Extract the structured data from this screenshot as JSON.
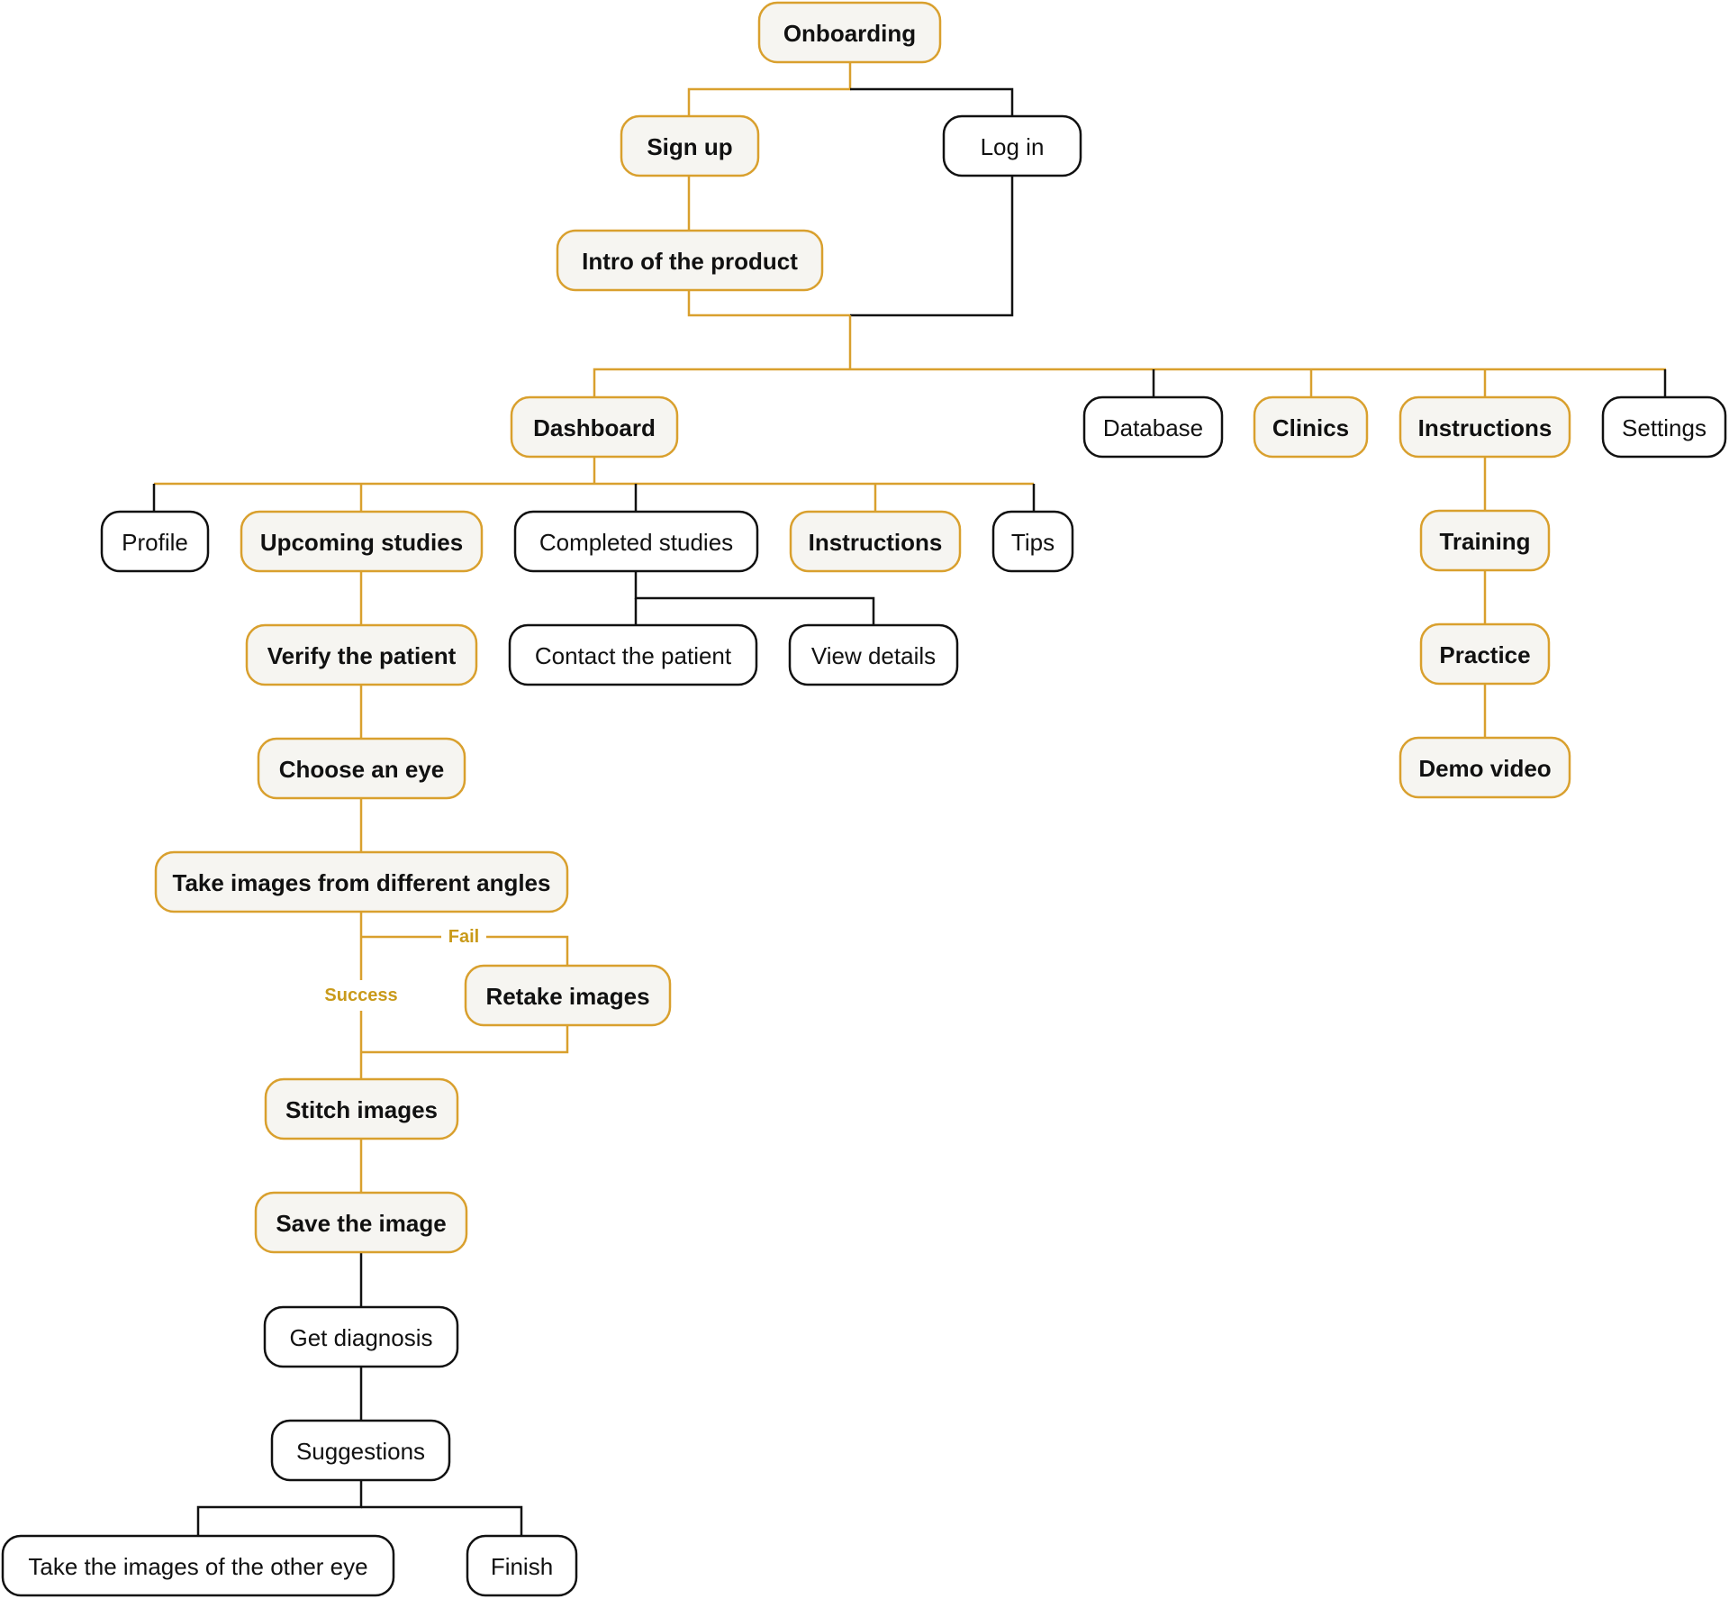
{
  "colors": {
    "accent": "#D9A02E",
    "accent_fill": "#F6F5F1",
    "plain_border": "#111111",
    "plain_fill": "#FFFFFF",
    "line_dark": "#111111",
    "text": "#111111",
    "edge_label": "#C99A1A"
  },
  "nodes": {
    "onboarding": {
      "label": "Onboarding",
      "highlighted": true
    },
    "signup": {
      "label": "Sign up",
      "highlighted": true
    },
    "login": {
      "label": "Log in",
      "highlighted": false
    },
    "intro": {
      "label": "Intro of the product",
      "highlighted": true
    },
    "dashboard": {
      "label": "Dashboard",
      "highlighted": true
    },
    "database": {
      "label": "Database",
      "highlighted": false
    },
    "clinics": {
      "label": "Clinics",
      "highlighted": true
    },
    "instructions_top": {
      "label": "Instructions",
      "highlighted": true
    },
    "settings": {
      "label": "Settings",
      "highlighted": false
    },
    "profile": {
      "label": "Profile",
      "highlighted": false
    },
    "upcoming": {
      "label": "Upcoming studies",
      "highlighted": true
    },
    "completed": {
      "label": "Completed studies",
      "highlighted": false
    },
    "instructions_dash": {
      "label": "Instructions",
      "highlighted": true
    },
    "tips": {
      "label": "Tips",
      "highlighted": false
    },
    "training": {
      "label": "Training",
      "highlighted": true
    },
    "practice": {
      "label": "Practice",
      "highlighted": true
    },
    "demo": {
      "label": "Demo video",
      "highlighted": true
    },
    "verify": {
      "label": "Verify the patient",
      "highlighted": true
    },
    "contact": {
      "label": "Contact the patient",
      "highlighted": false
    },
    "view": {
      "label": "View details",
      "highlighted": false
    },
    "choose": {
      "label": "Choose an eye",
      "highlighted": true
    },
    "take": {
      "label": "Take images from different angles",
      "highlighted": true
    },
    "retake": {
      "label": "Retake images",
      "highlighted": true
    },
    "stitch": {
      "label": "Stitch images",
      "highlighted": true
    },
    "save": {
      "label": "Save the image",
      "highlighted": true
    },
    "diagnosis": {
      "label": "Get diagnosis",
      "highlighted": false
    },
    "suggestions": {
      "label": "Suggestions",
      "highlighted": false
    },
    "other_eye": {
      "label": "Take the images of the other eye",
      "highlighted": false
    },
    "finish": {
      "label": "Finish",
      "highlighted": false
    }
  },
  "edge_labels": {
    "fail": "Fail",
    "success": "Success"
  }
}
